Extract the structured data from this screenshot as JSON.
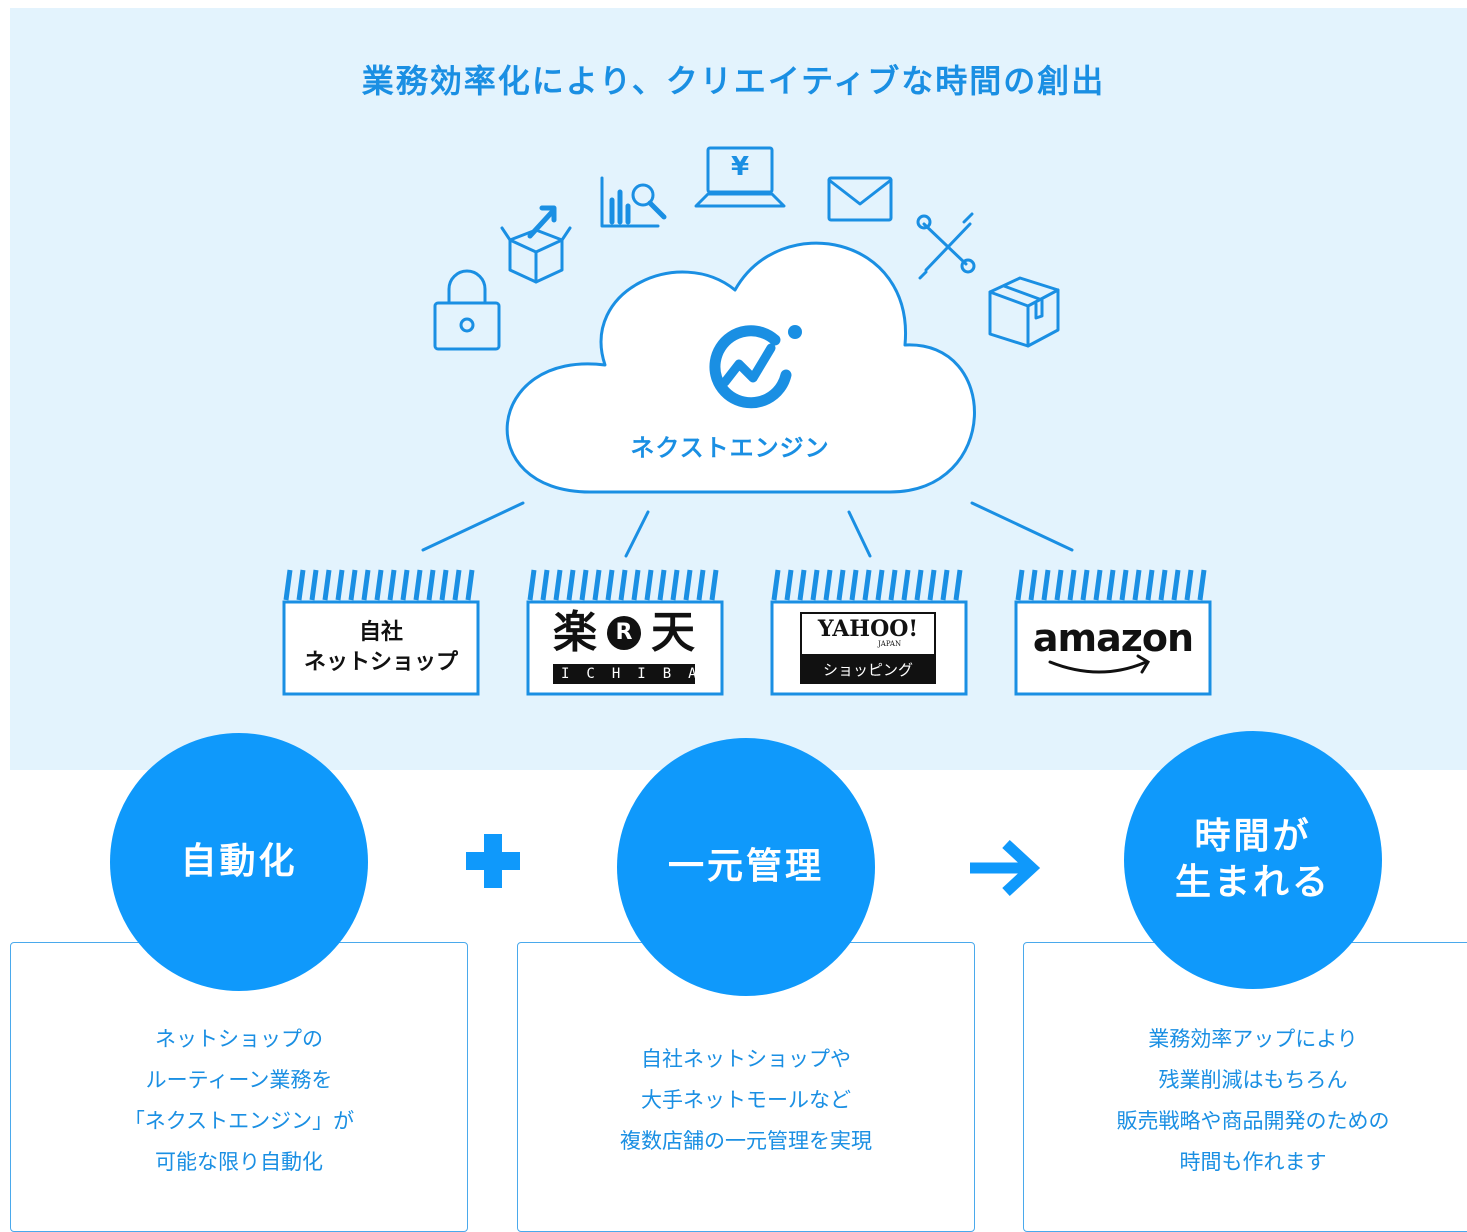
{
  "headline": "業務効率化により、クリエイティブな時間の創出",
  "hub": {
    "label": "ネクストエンジン",
    "logo_icon": "next-engine-logo-icon"
  },
  "function_icons": [
    "lock-icon",
    "box-upload-icon",
    "analytics-icon",
    "laptop-yen-icon",
    "mail-icon",
    "tools-icon",
    "package-icon"
  ],
  "laptop_symbol": "¥",
  "shops": {
    "self": {
      "line1": "自社",
      "line2": "ネットショップ"
    },
    "rakuten": {
      "char1": "楽",
      "mark": "R",
      "char2": "天",
      "sub": "ICHIBA"
    },
    "yahoo": {
      "logo": "YAHOO!",
      "sub": "JAPAN",
      "label": "ショッピング"
    },
    "amazon": {
      "logo": "amazon"
    }
  },
  "steps": [
    {
      "title_line1": "自動化",
      "title_line2": "",
      "body": [
        "ネットショップの",
        "ルーティーン業務を",
        "「ネクストエンジン」が",
        "可能な限り自動化"
      ]
    },
    {
      "title_line1": "一元管理",
      "title_line2": "",
      "body": [
        "自社ネットショップや",
        "大手ネットモールなど",
        "複数店舗の一元管理を実現"
      ]
    },
    {
      "title_line1": "時間が",
      "title_line2": "生まれる",
      "body": [
        "業務効率アップにより",
        "残業削減はもちろん",
        "販売戦略や商品開発のための",
        "時間も作れます"
      ]
    }
  ],
  "operators": [
    "plus-icon",
    "arrow-right-icon"
  ],
  "colors": {
    "accent": "#0f99fb",
    "text_blue": "#1a8fe3",
    "hero_bg": "#e3f3fd",
    "line": "#1a8fe3"
  }
}
